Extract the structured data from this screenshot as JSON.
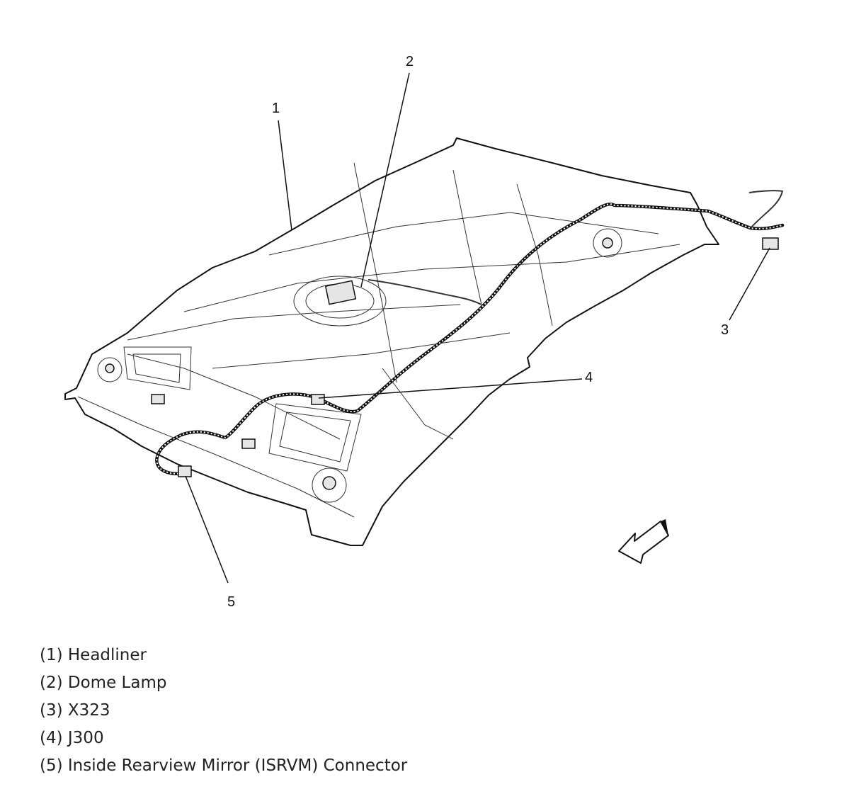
{
  "callouts": [
    {
      "number": "1"
    },
    {
      "number": "2"
    },
    {
      "number": "3"
    },
    {
      "number": "4"
    },
    {
      "number": "5"
    }
  ],
  "legend": [
    {
      "text": "(1) Headliner"
    },
    {
      "text": "(2) Dome Lamp"
    },
    {
      "text": "(3) X323"
    },
    {
      "text": "(4) J300"
    },
    {
      "text": "(5) Inside Rearview Mirror (ISRVM) Connector"
    }
  ]
}
